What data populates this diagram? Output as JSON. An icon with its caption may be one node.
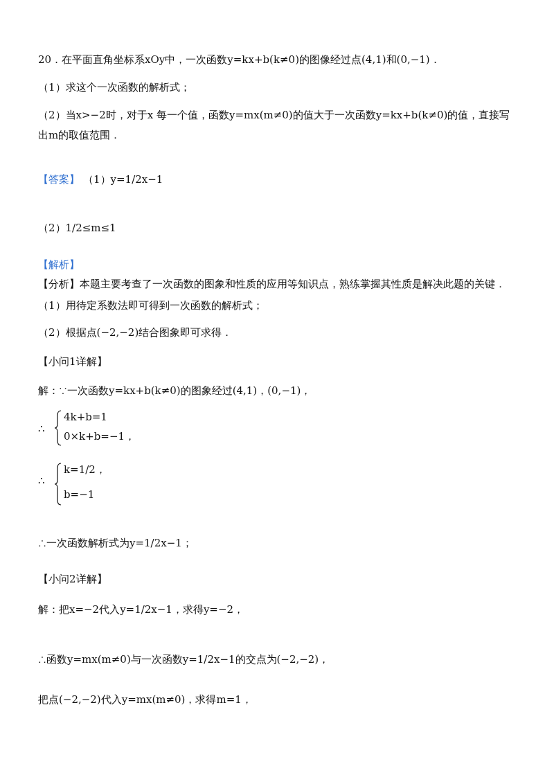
{
  "diagram": {
    "labels": [
      "20．在平面直角坐标系xOy中，一次函数y=kx+b(k≠0)的图像经过点(4,1)和(0,−1)．",
      "（1）求这个一次函数的解析式；",
      "（2）当x>−2时，对于x 每一个值，函数y=mx(m≠0)的值大于一次函数y=kx+b(k≠0)的值，直接写出m的取值范围．",
      "【答案】",
      "（1）y=1/2x−1",
      "（2）1/2≤m≤1",
      "【解析】",
      "【分析】本题主要考查了一次函数的图象和性质的应用等知识点，熟练掌握其性质是解决此题的关键．",
      "（1）用待定系数法即可得到一次函数的解析式；",
      "（2）根据点(−2,−2)结合图象即可求得．",
      "【小问1详解】",
      "解：∵一次函数y=kx+b(k≠0)的图象经过(4,1)，(0,−1)，",
      "∴",
      "4k+b=1",
      "0×k+b=−1，",
      "∴",
      "k=1/2，",
      "b=−1",
      "∴一次函数解析式为y=1/2x−1；",
      "【小问2详解】",
      "解：把x=−2代入y=1/2x−1，求得y=−2，",
      "∴函数y=mx(m≠0)与一次函数y=1/2x−1的交点为(−2,−2)，",
      "把点(−2,−2)代入y=mx(m≠0)，求得m=1，"
    ]
  }
}
